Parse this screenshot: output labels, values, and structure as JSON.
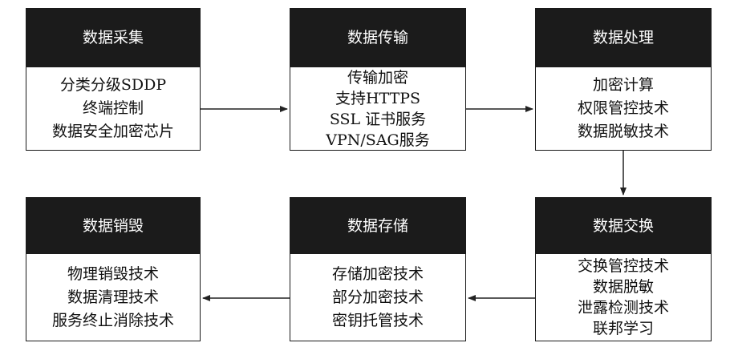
{
  "stages": {
    "collect": {
      "title": "数据采集",
      "items": [
        "分类分级SDDP",
        "终端控制",
        "数据安全加密芯片"
      ]
    },
    "transfer": {
      "title": "数据传输",
      "items": [
        "传输加密",
        "支持HTTPS",
        "SSL 证书服务",
        "VPN/SAG服务"
      ]
    },
    "process": {
      "title": "数据处理",
      "items": [
        "加密计算",
        "权限管控技术",
        "数据脱敏技术"
      ]
    },
    "exchange": {
      "title": "数据交换",
      "items": [
        "交换管控技术",
        "数据脱敏",
        "泄露检测技术",
        "联邦学习"
      ]
    },
    "store": {
      "title": "数据存储",
      "items": [
        "存储加密技术",
        "部分加密技术",
        "密钥托管技术"
      ]
    },
    "destroy": {
      "title": "数据销毁",
      "items": [
        "物理销毁技术",
        "数据清理技术",
        "服务终止消除技术"
      ]
    }
  }
}
